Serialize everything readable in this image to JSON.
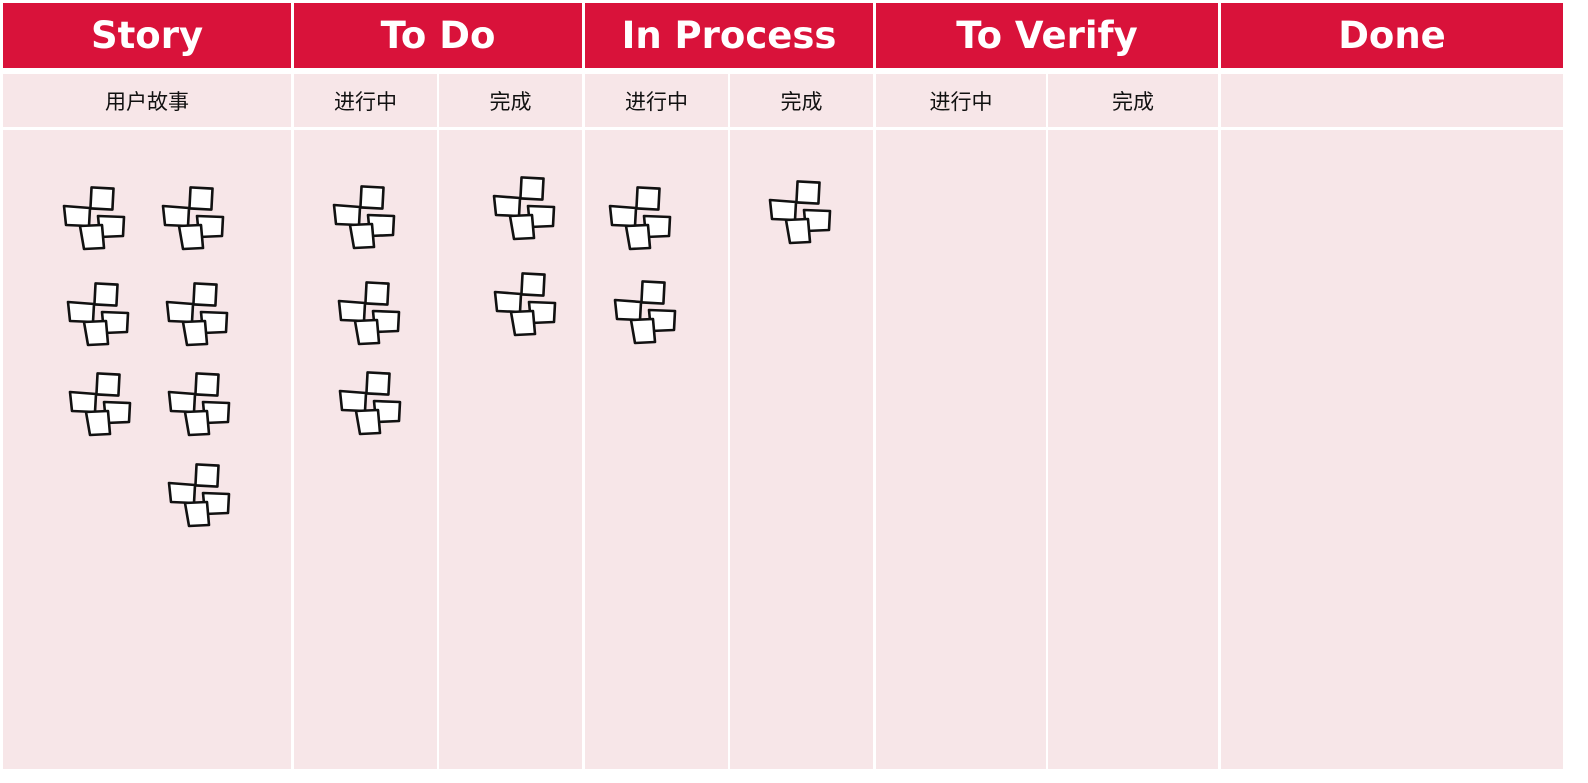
{
  "board": {
    "accent_color": "#d9123a",
    "cell_color": "#f7e6e8",
    "columns": [
      {
        "id": "story",
        "title": "Story",
        "subcolumns": [
          {
            "label": "用户故事",
            "card_count": 7
          }
        ]
      },
      {
        "id": "todo",
        "title": "To Do",
        "subcolumns": [
          {
            "label": "进行中",
            "card_count": 3
          },
          {
            "label": "完成",
            "card_count": 2
          }
        ]
      },
      {
        "id": "inprocess",
        "title": "In Process",
        "subcolumns": [
          {
            "label": "进行中",
            "card_count": 2
          },
          {
            "label": "完成",
            "card_count": 1
          }
        ]
      },
      {
        "id": "toverify",
        "title": "To Verify",
        "subcolumns": [
          {
            "label": "进行中",
            "card_count": 0
          },
          {
            "label": "完成",
            "card_count": 0
          }
        ]
      },
      {
        "id": "done",
        "title": "Done",
        "subcolumns": [
          {
            "label": "",
            "card_count": 0
          }
        ]
      }
    ],
    "card_icon": "sticky-notes-cluster-icon"
  }
}
